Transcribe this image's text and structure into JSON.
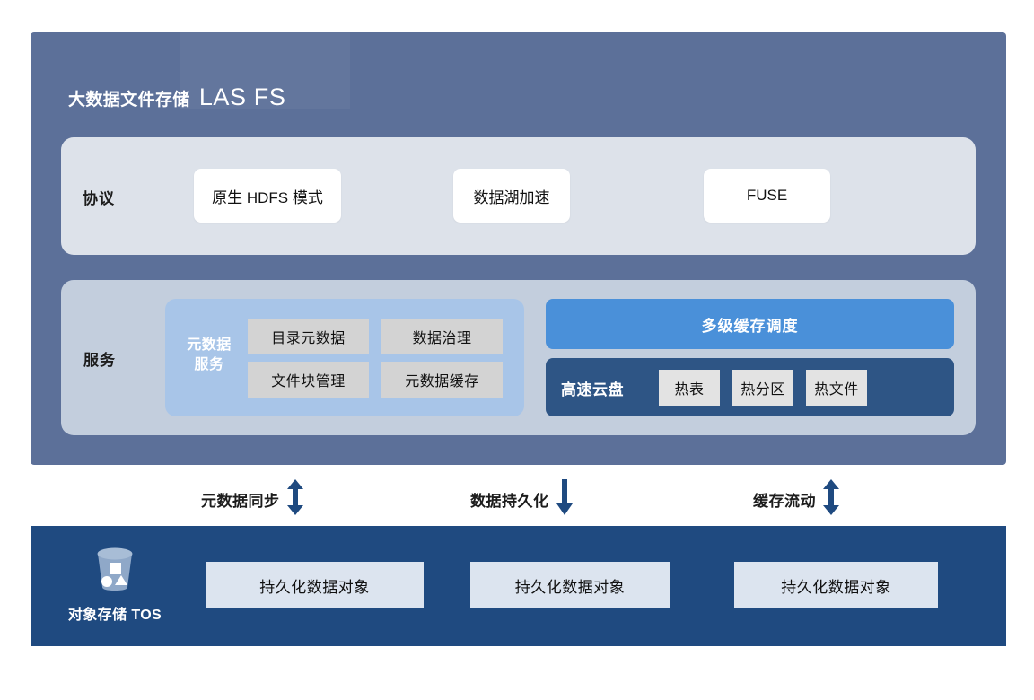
{
  "diagram": {
    "title_cn": "大数据文件存储",
    "title_en": "LAS FS"
  },
  "layers": {
    "protocol": {
      "label": "协议",
      "cards": [
        {
          "label": "原生 HDFS 模式"
        },
        {
          "label": "数据湖加速"
        },
        {
          "label": "FUSE"
        }
      ]
    },
    "service": {
      "label": "服务",
      "metadata_service": {
        "title": "元数据\n服务",
        "title_line1": "元数据",
        "title_line2": "服务",
        "items": [
          {
            "label": "目录元数据"
          },
          {
            "label": "数据治理"
          },
          {
            "label": "文件块管理"
          },
          {
            "label": "元数据缓存"
          }
        ]
      },
      "cache_scheduling": {
        "label": "多级缓存调度"
      },
      "fast_disk": {
        "label": "高速云盘",
        "items": [
          {
            "label": "热表"
          },
          {
            "label": "热分区"
          },
          {
            "label": "热文件"
          }
        ]
      }
    },
    "storage": {
      "brand_label": "对象存储 TOS",
      "icon": "bucket-icon",
      "cards": [
        {
          "label": "持久化数据对象"
        },
        {
          "label": "持久化数据对象"
        },
        {
          "label": "持久化数据对象"
        }
      ]
    }
  },
  "connectors": [
    {
      "label": "元数据同步",
      "icon": "double-arrow-vertical-icon",
      "direction": "both"
    },
    {
      "label": "数据持久化",
      "icon": "arrow-down-icon",
      "direction": "down"
    },
    {
      "label": "缓存流动",
      "icon": "double-arrow-vertical-icon",
      "direction": "both"
    }
  ],
  "colors": {
    "panel_slate": "#5c7099",
    "protocol_box": "#dde2ea",
    "service_box": "#c3cedd",
    "metadata_box": "#a8c5e8",
    "cache_bar": "#4a90d9",
    "disk_box": "#2e5585",
    "tos_bar": "#1f4a80",
    "chip_gray": "#d3d3d3",
    "tos_card": "#dce4ef",
    "arrow_navy": "#1f4a80"
  }
}
